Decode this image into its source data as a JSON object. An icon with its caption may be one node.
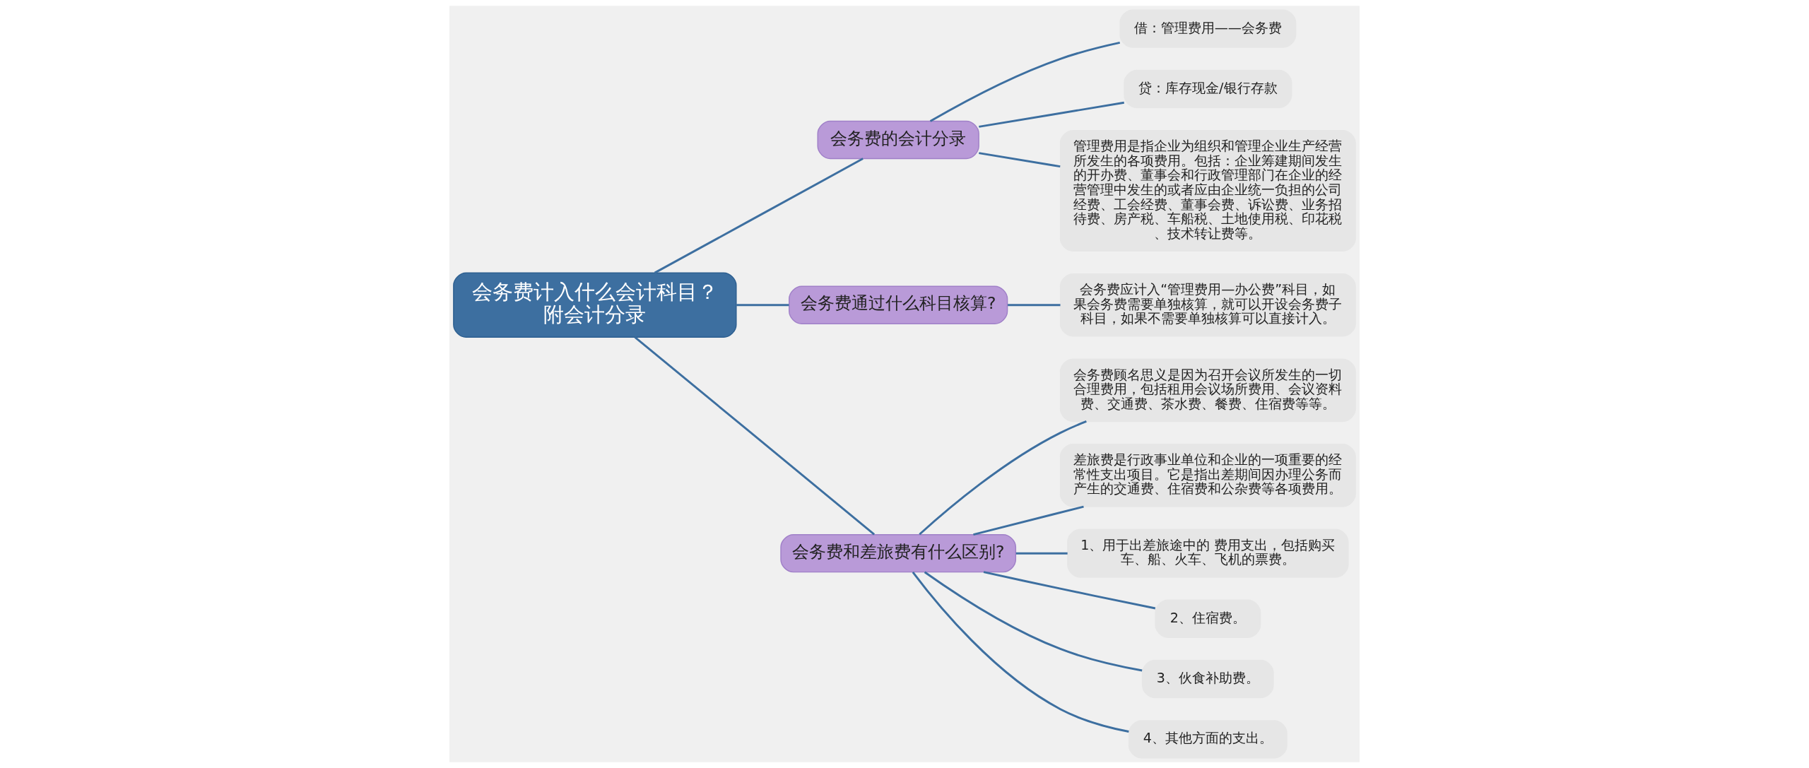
{
  "diagram": {
    "nodes": [
      {
        "text": [
          "会务费计入什么会计科目？附会计分录"
        ]
      },
      {
        "text": [
          "会务费的会计分录"
        ]
      },
      {
        "text": [
          "借：管理费用——会务费"
        ]
      },
      {
        "text": [
          "贷：库存现金/银行存款"
        ]
      },
      {
        "text": [
          "管理费用是指企业为组织和管理企业生产经营所发生的各项费用。包括：企业筹建期间发生的开办费、董事会和行政管理部门在企业的经营管理中发生的或者应由企业统一负担的公司经费、工会经费、董事会费、诉讼费、业务招待费、房产税、车船税、土地使用税、印花税、技术转让费等。"
        ]
      },
      {
        "text": [
          "会务费通过什么科目核算?"
        ]
      },
      {
        "text": [
          "会务费应计入“管理费用—办公费”科目，如果会务费需要单独核算，就可以开设会务费子科目，如果不需要单独核算可以直接计入。"
        ]
      },
      {
        "text": [
          "会务费和差旅费有什么区别?"
        ]
      },
      {
        "text": [
          "会务费顾名思义是因为召开会议所发生的一切合理费用，包括租用会议场所费用、会议资料费、交通费、茶水费、餐费、住宿费等等。"
        ]
      },
      {
        "text": [
          "差旅费是行政事业单位和企业的一项重要的经常性支出项目。它是指出差期间因办理公务而产生的交通费、住宿费和公杂费等各项费用。"
        ]
      },
      {
        "text": [
          "1、用于出差旅途中的 费用支出，包括购买车、船、火车、飞机的票费。"
        ]
      },
      {
        "text": [
          "2、住宿费。"
        ]
      },
      {
        "text": [
          "3、伙食补助费。"
        ]
      },
      {
        "text": [
          "4、其他方面的支出。"
        ]
      }
    ],
    "edges": [
      {
        "from": 0,
        "to": 1,
        "arrow": "none"
      },
      {
        "from": 1,
        "to": 2,
        "arrow": "none"
      },
      {
        "from": 1,
        "to": 3,
        "arrow": "none"
      },
      {
        "from": 1,
        "to": 4,
        "arrow": "none"
      },
      {
        "from": 0,
        "to": 5,
        "arrow": "none"
      },
      {
        "from": 5,
        "to": 6,
        "arrow": "none"
      },
      {
        "from": 0,
        "to": 7,
        "arrow": "none"
      },
      {
        "from": 7,
        "to": 8,
        "arrow": "none"
      },
      {
        "from": 7,
        "to": 9,
        "arrow": "none"
      },
      {
        "from": 7,
        "to": 10,
        "arrow": "none"
      },
      {
        "from": 7,
        "to": 11,
        "arrow": "none"
      },
      {
        "from": 7,
        "to": 12,
        "arrow": "none"
      },
      {
        "from": 7,
        "to": 13,
        "arrow": "none"
      }
    ]
  }
}
